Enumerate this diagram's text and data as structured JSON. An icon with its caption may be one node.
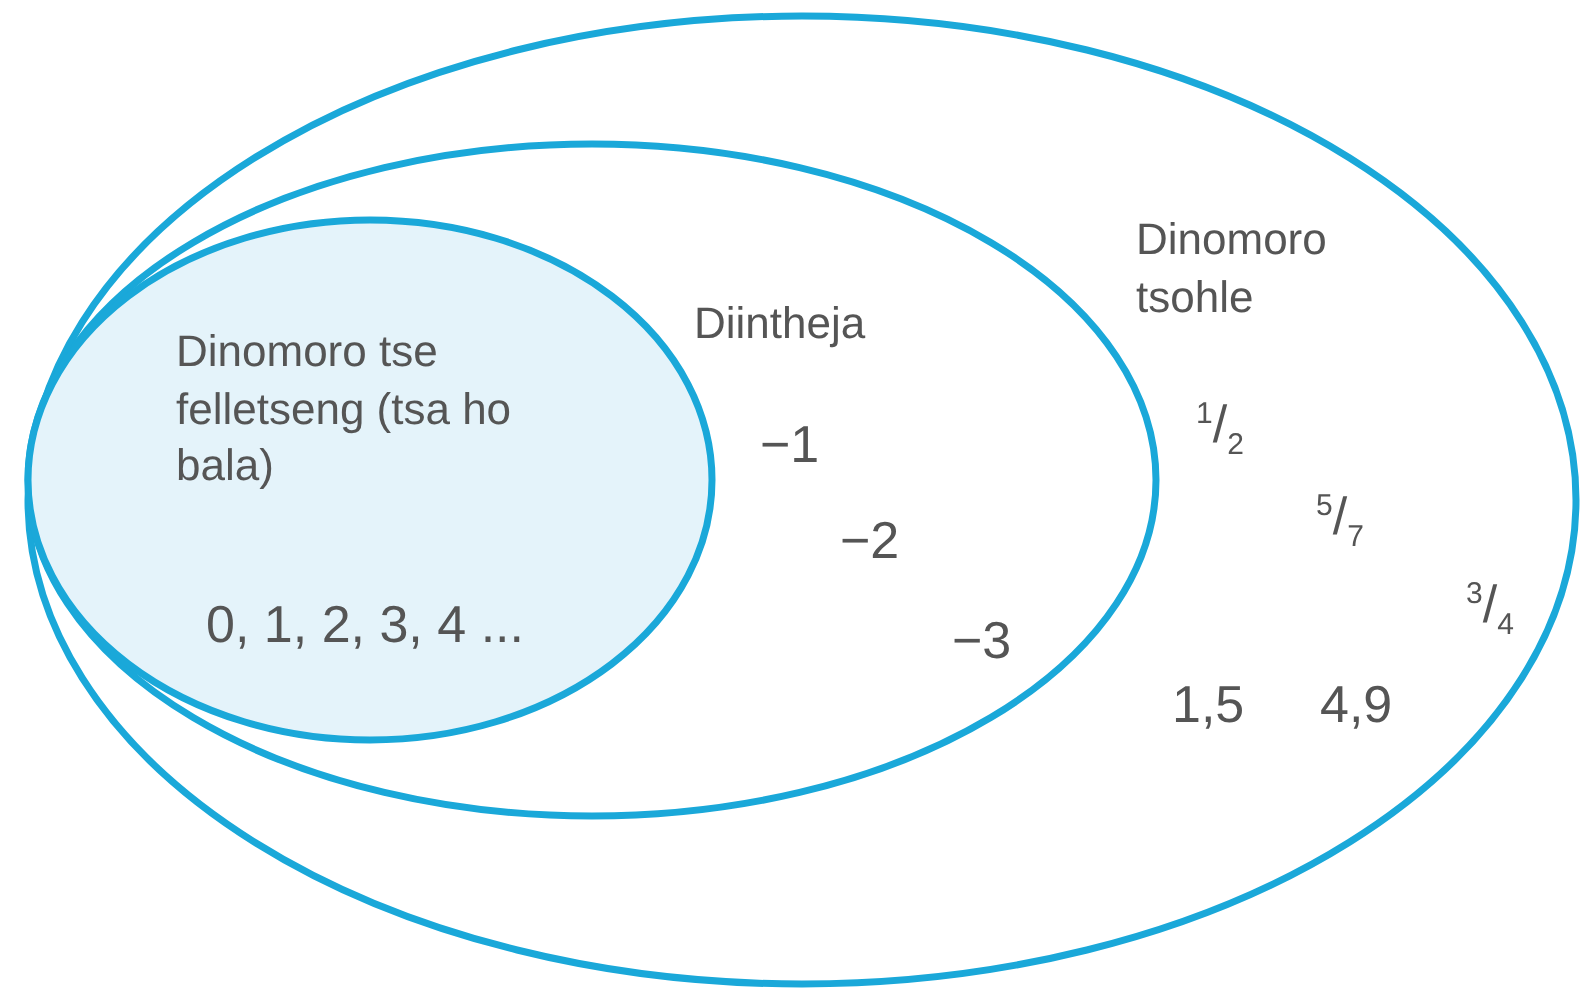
{
  "diagram": {
    "nodes": [
      {
        "text": [
          "Dinomoro tsohle",
          "$^{1}$/$_{2}$",
          "$^{5}$/$_{7}$",
          "$^{3}$/$_{4}$",
          "1,5",
          "4,9"
        ]
      },
      {
        "text": [
          "Diintheja",
          "−1",
          "−2",
          "−3"
        ],
        "in": 0
      },
      {
        "text": [
          "Dinomoro tse felletseng (tsa ho bala)",
          "0, 1, 2, 3, 4 ..."
        ],
        "in": 1
      }
    ]
  }
}
